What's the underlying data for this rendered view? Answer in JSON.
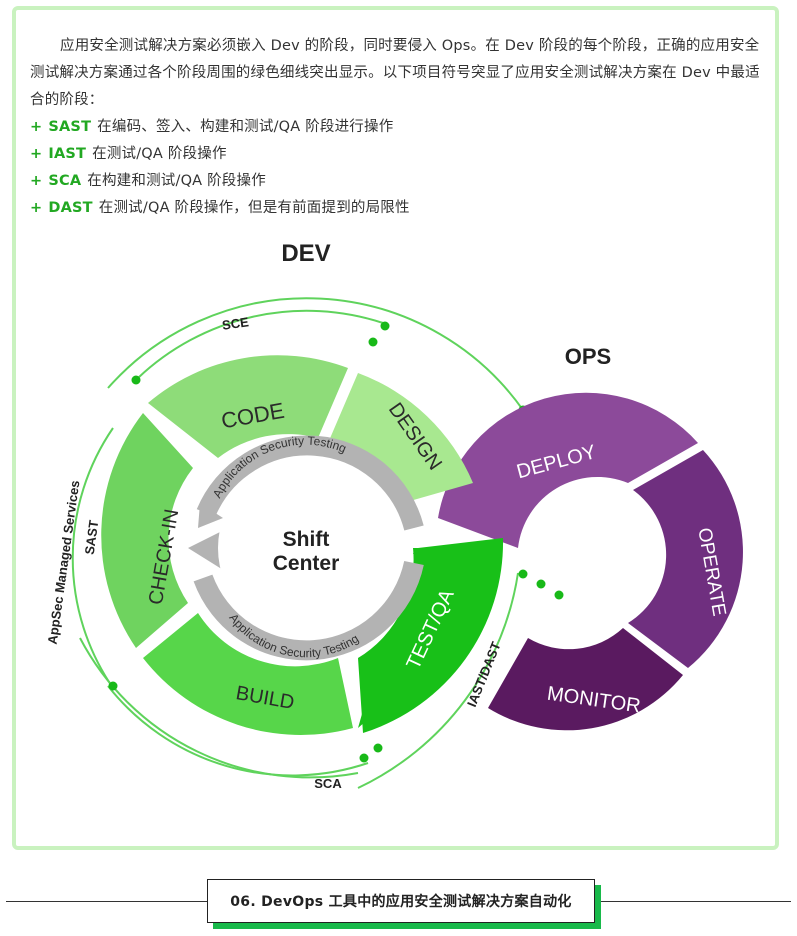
{
  "intro": "应用安全测试解决方案必须嵌入 Dev 的阶段，同时要侵入 Ops。在 Dev 阶段的每个阶段，正确的应用安全测试解决方案通过各个阶段周围的绿色细线突出显示。以下项目符号突显了应用安全测试解决方案在 Dev 中最适合的阶段：",
  "bullets": [
    {
      "marker": "+",
      "term": "SAST",
      "text": "在编码、签入、构建和测试/QA 阶段进行操作"
    },
    {
      "marker": "+",
      "term": "IAST",
      "text": "在测试/QA 阶段操作"
    },
    {
      "marker": "+",
      "term": "SCA",
      "text": "在构建和测试/QA 阶段操作"
    },
    {
      "marker": "+",
      "term": "DAST",
      "text": "在测试/QA 阶段操作，但是有前面提到的局限性"
    }
  ],
  "diagram": {
    "dev_title": "DEV",
    "ops_title": "OPS",
    "center_line1": "Shift",
    "center_line2": "Center",
    "ring_text": "Application Security Testing",
    "dev_phases": [
      "CODE",
      "DESIGN",
      "TEST/QA",
      "BUILD",
      "CHECK-IN"
    ],
    "ops_phases": [
      "DEPLOY",
      "OPERATE",
      "MONITOR"
    ],
    "tool_labels": {
      "sce": "SCE",
      "sast": "SAST",
      "sca": "SCA",
      "iast_dast": "IAST/DAST",
      "managed": "AppSec Managed Services"
    },
    "colors": {
      "code": "#8edc79",
      "design": "#a8e890",
      "testqa": "#18c018",
      "build": "#57d64a",
      "checkin": "#6fd35f",
      "deploy": "#8c4a9a",
      "operate": "#6f2f7f",
      "monitor": "#5a1a60",
      "line": "#5fd35c",
      "ring": "#b3b3b3"
    }
  },
  "footer": {
    "title": "06. DevOps 工具中的应用安全测试解决方案自动化"
  }
}
